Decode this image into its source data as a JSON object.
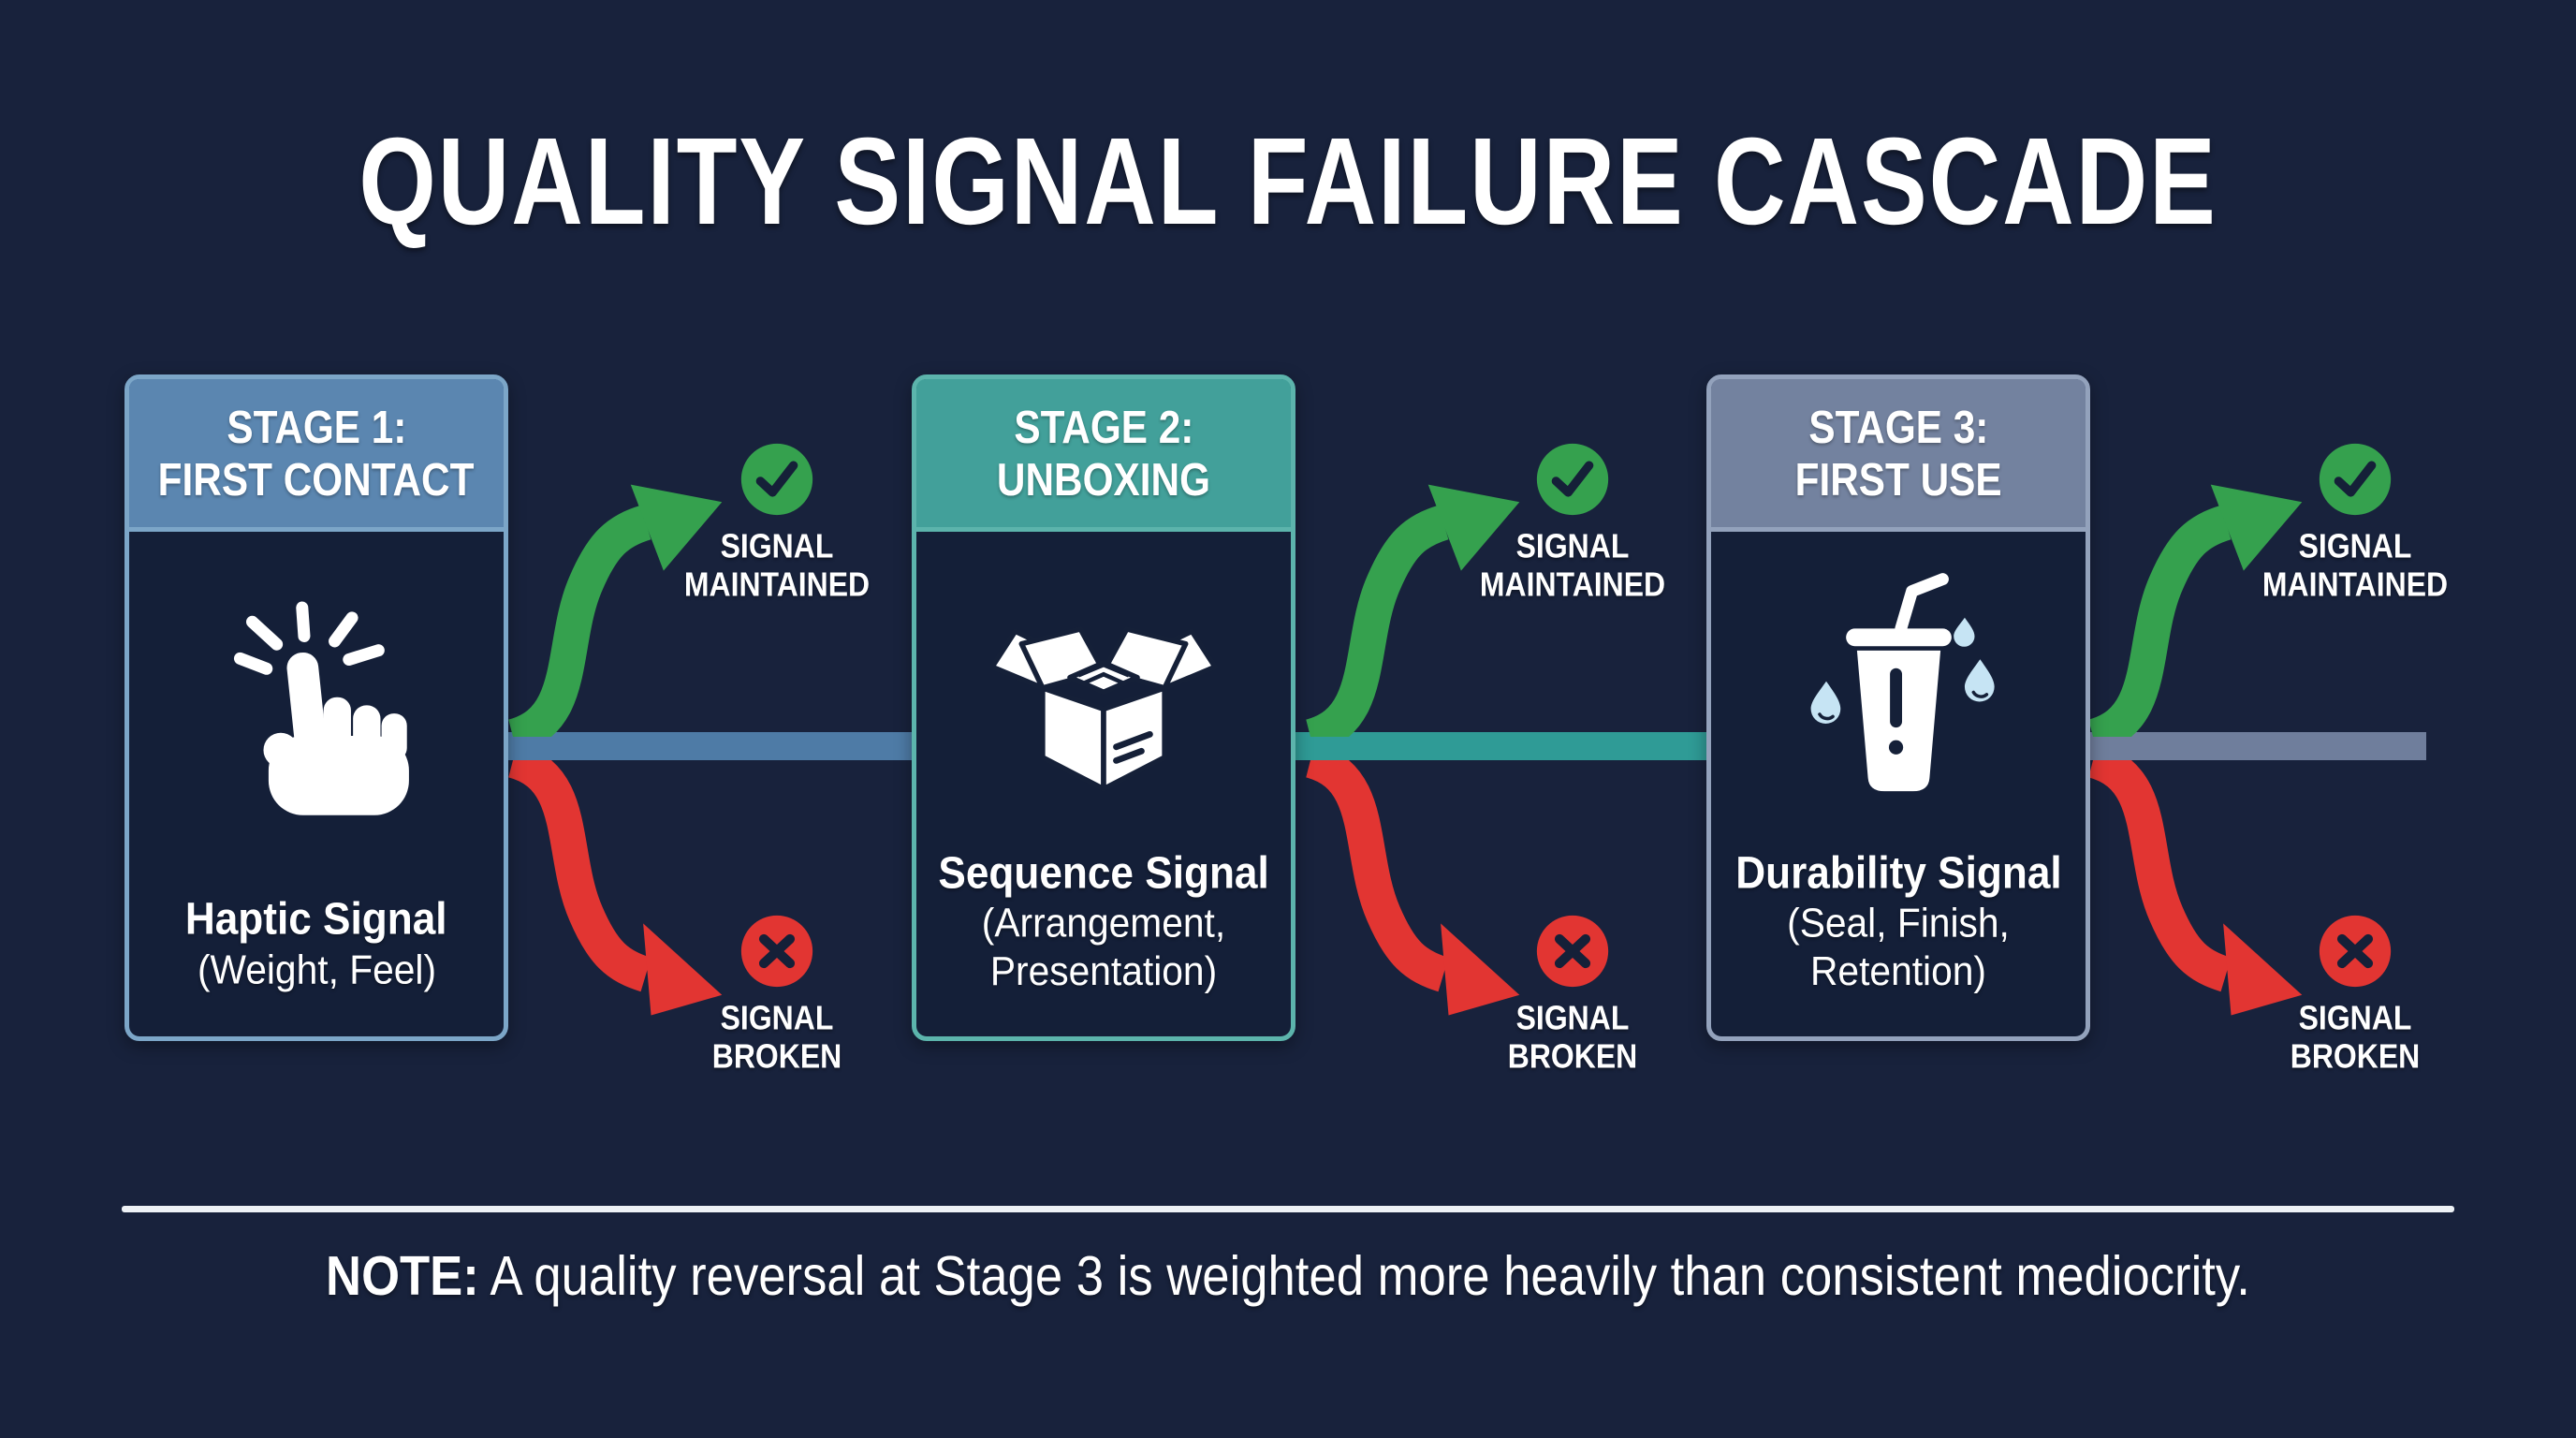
{
  "title": "QUALITY SIGNAL FAILURE CASCADE",
  "stages": [
    {
      "header_line1": "STAGE 1:",
      "header_line2": "FIRST CONTACT",
      "icon": "tap-click-icon",
      "label": "Haptic Signal",
      "sublabel": "(Weight, Feel)",
      "colors": {
        "header": "#5B86B0",
        "border": "#7CA6C8",
        "spine": "#4E7BA6"
      }
    },
    {
      "header_line1": "STAGE 2:",
      "header_line2": "UNBOXING",
      "icon": "open-box-icon",
      "label": "Sequence Signal",
      "sublabel": "(Arrangement, Presentation)",
      "colors": {
        "header": "#42A09A",
        "border": "#5CB4AC",
        "spine": "#2F9B96"
      }
    },
    {
      "header_line1": "STAGE 3:",
      "header_line2": "FIRST USE",
      "icon": "tumbler-cup-icon",
      "label": "Durability Signal",
      "sublabel": "(Seal, Finish, Retention)",
      "colors": {
        "header": "#73829F",
        "border": "#93A2BC",
        "spine": "#6F7E9C"
      }
    }
  ],
  "outcomes": {
    "maintained_line1": "SIGNAL",
    "maintained_line2": "MAINTAINED",
    "broken_line1": "SIGNAL",
    "broken_line2": "BROKEN"
  },
  "note": {
    "prefix": "NOTE:",
    "body": " A quality reversal at Stage 3 is weighted more heavily than consistent mediocrity."
  },
  "colors": {
    "background": "#18223c",
    "card_body": "#141f38",
    "success_green": "#35A14E",
    "failure_red": "#E23532",
    "glyph_navy": "#152038",
    "drop_blue": "#C6E4F4",
    "divider_white": "#EEF2F6",
    "text_white": "#FFFFFF"
  }
}
